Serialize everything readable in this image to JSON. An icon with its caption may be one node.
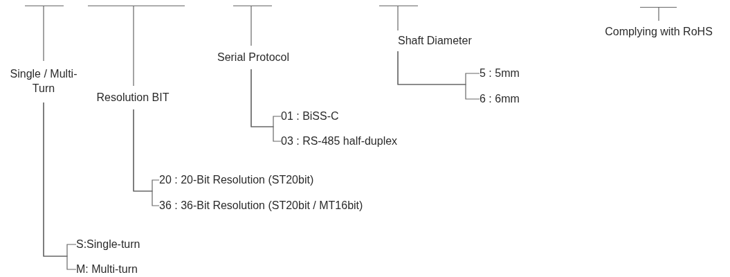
{
  "diagram": {
    "nodes": [
      {
        "text": [],
        "shape": "bar"
      },
      {
        "text": [],
        "shape": "bar"
      },
      {
        "text": [],
        "shape": "bar"
      },
      {
        "text": [],
        "shape": "bar"
      },
      {
        "text": [],
        "shape": "bar"
      },
      {
        "text": [
          "Single / Multi-Turn"
        ]
      },
      {
        "text": [
          "Resolution BIT"
        ]
      },
      {
        "text": [
          "Serial Protocol"
        ]
      },
      {
        "text": [
          "Shaft Diameter"
        ]
      },
      {
        "text": [
          "Complying with RoHS"
        ]
      },
      {
        "text": [
          "S:Single-turn"
        ]
      },
      {
        "text": [
          "M: Multi-turn"
        ]
      },
      {
        "text": [
          "20 : 20-Bit Resolution (ST20bit)"
        ]
      },
      {
        "text": [
          "36 : 36-Bit Resolution (ST20bit / MT16bit)"
        ]
      },
      {
        "text": [
          "01 : BiSS-C"
        ]
      },
      {
        "text": [
          "03 : RS-485 half-duplex"
        ]
      },
      {
        "text": [
          "5 : 5mm"
        ]
      },
      {
        "text": [
          "6 : 6mm"
        ]
      }
    ],
    "edges": [
      {
        "from": 0,
        "to": 5,
        "arrow": "none"
      },
      {
        "from": 1,
        "to": 6,
        "arrow": "none"
      },
      {
        "from": 2,
        "to": 7,
        "arrow": "none"
      },
      {
        "from": 3,
        "to": 8,
        "arrow": "none"
      },
      {
        "from": 4,
        "to": 9,
        "arrow": "none"
      },
      {
        "from": 5,
        "to": 10,
        "arrow": "none"
      },
      {
        "from": 5,
        "to": 11,
        "arrow": "none"
      },
      {
        "from": 6,
        "to": 12,
        "arrow": "none"
      },
      {
        "from": 6,
        "to": 13,
        "arrow": "none"
      },
      {
        "from": 7,
        "to": 14,
        "arrow": "none"
      },
      {
        "from": 7,
        "to": 15,
        "arrow": "none"
      },
      {
        "from": 8,
        "to": 16,
        "arrow": "none"
      },
      {
        "from": 8,
        "to": 17,
        "arrow": "none"
      }
    ]
  }
}
